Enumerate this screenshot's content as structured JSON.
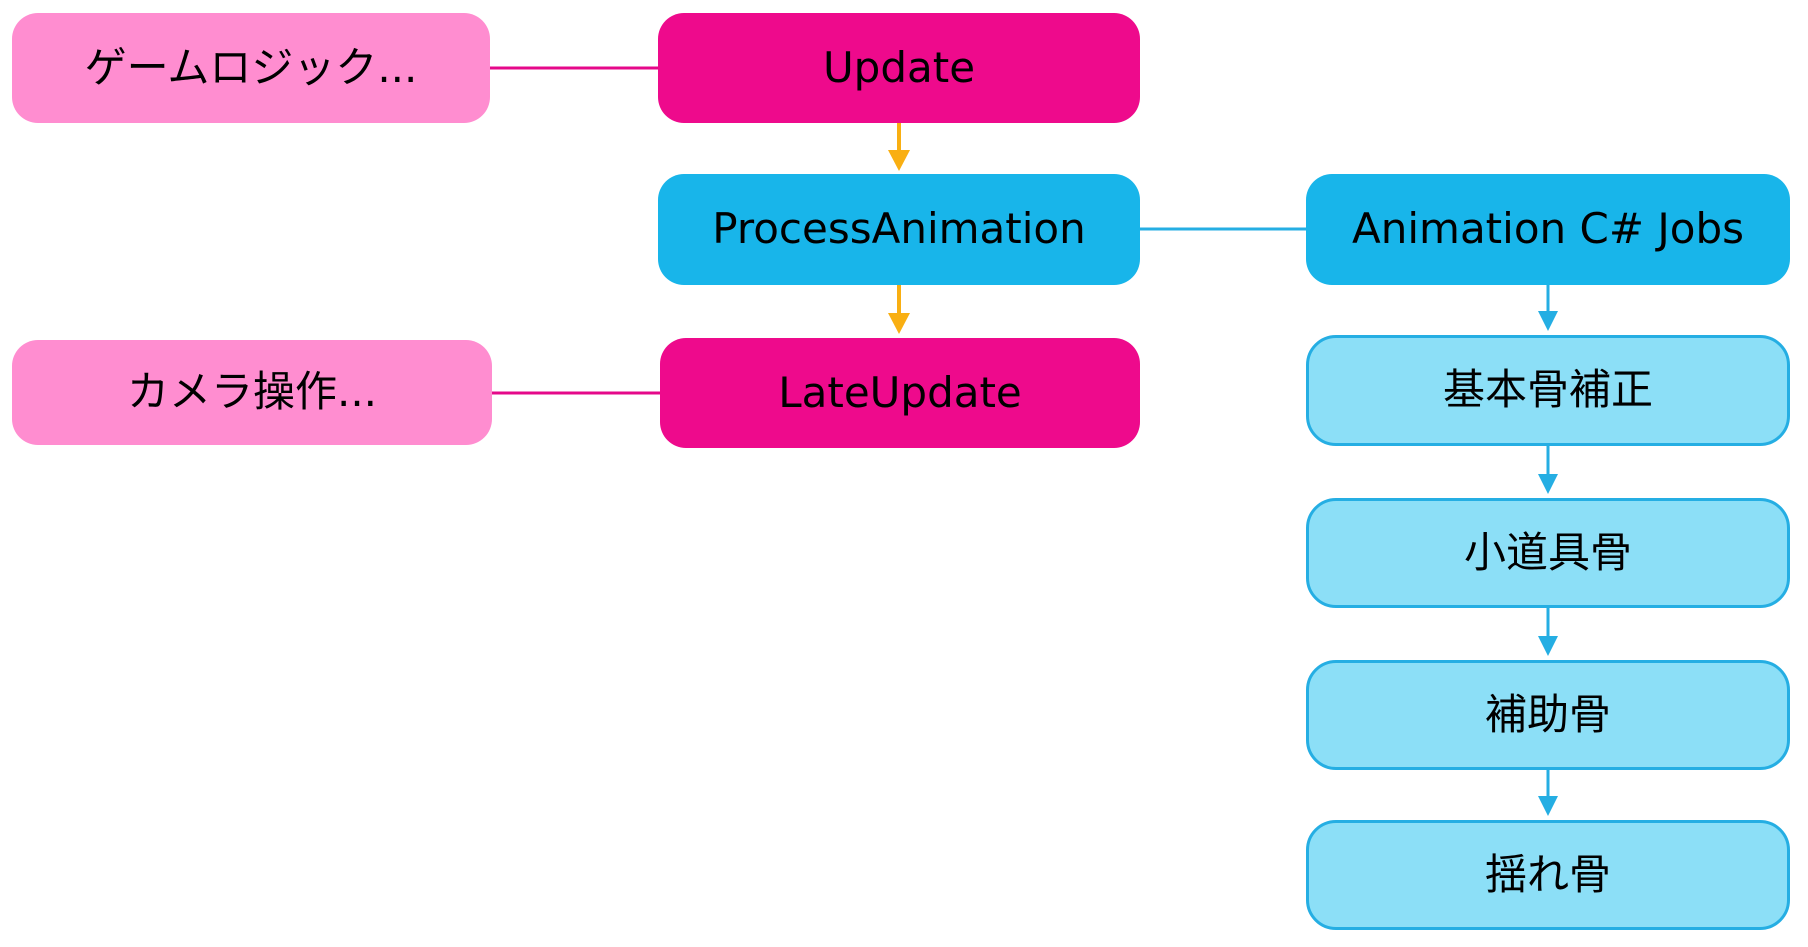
{
  "diagram": {
    "type": "flowchart",
    "background": "#ffffff",
    "colors": {
      "pink_node_fill": "#ff8dd0",
      "magenta_node_fill": "#ee0a8c",
      "cyan_node_fill": "#18b5ea",
      "lightblue_node_fill": "#8cdff7",
      "lightblue_node_border": "#25aee3",
      "magenta_edge": "#e5088a",
      "blue_edge": "#25aee3",
      "yellow_edge": "#f9af12",
      "text": "#000000"
    },
    "nodes": {
      "game_logic": {
        "label": "ゲームロジック...",
        "style": "pink"
      },
      "update": {
        "label": "Update",
        "style": "magenta"
      },
      "process_animation": {
        "label": "ProcessAnimation",
        "style": "cyan"
      },
      "animation_jobs": {
        "label": "Animation C# Jobs",
        "style": "cyan"
      },
      "camera": {
        "label": "カメラ操作...",
        "style": "pink"
      },
      "late_update": {
        "label": "LateUpdate",
        "style": "magenta"
      },
      "basic_bone": {
        "label": "基本骨補正",
        "style": "lightblue"
      },
      "prop_bone": {
        "label": "小道具骨",
        "style": "lightblue"
      },
      "helper_bone": {
        "label": "補助骨",
        "style": "lightblue"
      },
      "sway_bone": {
        "label": "揺れ骨",
        "style": "lightblue"
      }
    },
    "edges": [
      {
        "from": "game_logic",
        "to": "update",
        "color": "magenta",
        "arrow": false
      },
      {
        "from": "update",
        "to": "process_animation",
        "color": "yellow",
        "arrow": true
      },
      {
        "from": "process_animation",
        "to": "animation_jobs",
        "color": "blue",
        "arrow": false
      },
      {
        "from": "process_animation",
        "to": "late_update",
        "color": "yellow",
        "arrow": true
      },
      {
        "from": "camera",
        "to": "late_update",
        "color": "magenta",
        "arrow": false
      },
      {
        "from": "animation_jobs",
        "to": "basic_bone",
        "color": "blue",
        "arrow": true
      },
      {
        "from": "basic_bone",
        "to": "prop_bone",
        "color": "blue",
        "arrow": true
      },
      {
        "from": "prop_bone",
        "to": "helper_bone",
        "color": "blue",
        "arrow": true
      },
      {
        "from": "helper_bone",
        "to": "sway_bone",
        "color": "blue",
        "arrow": true
      }
    ]
  }
}
